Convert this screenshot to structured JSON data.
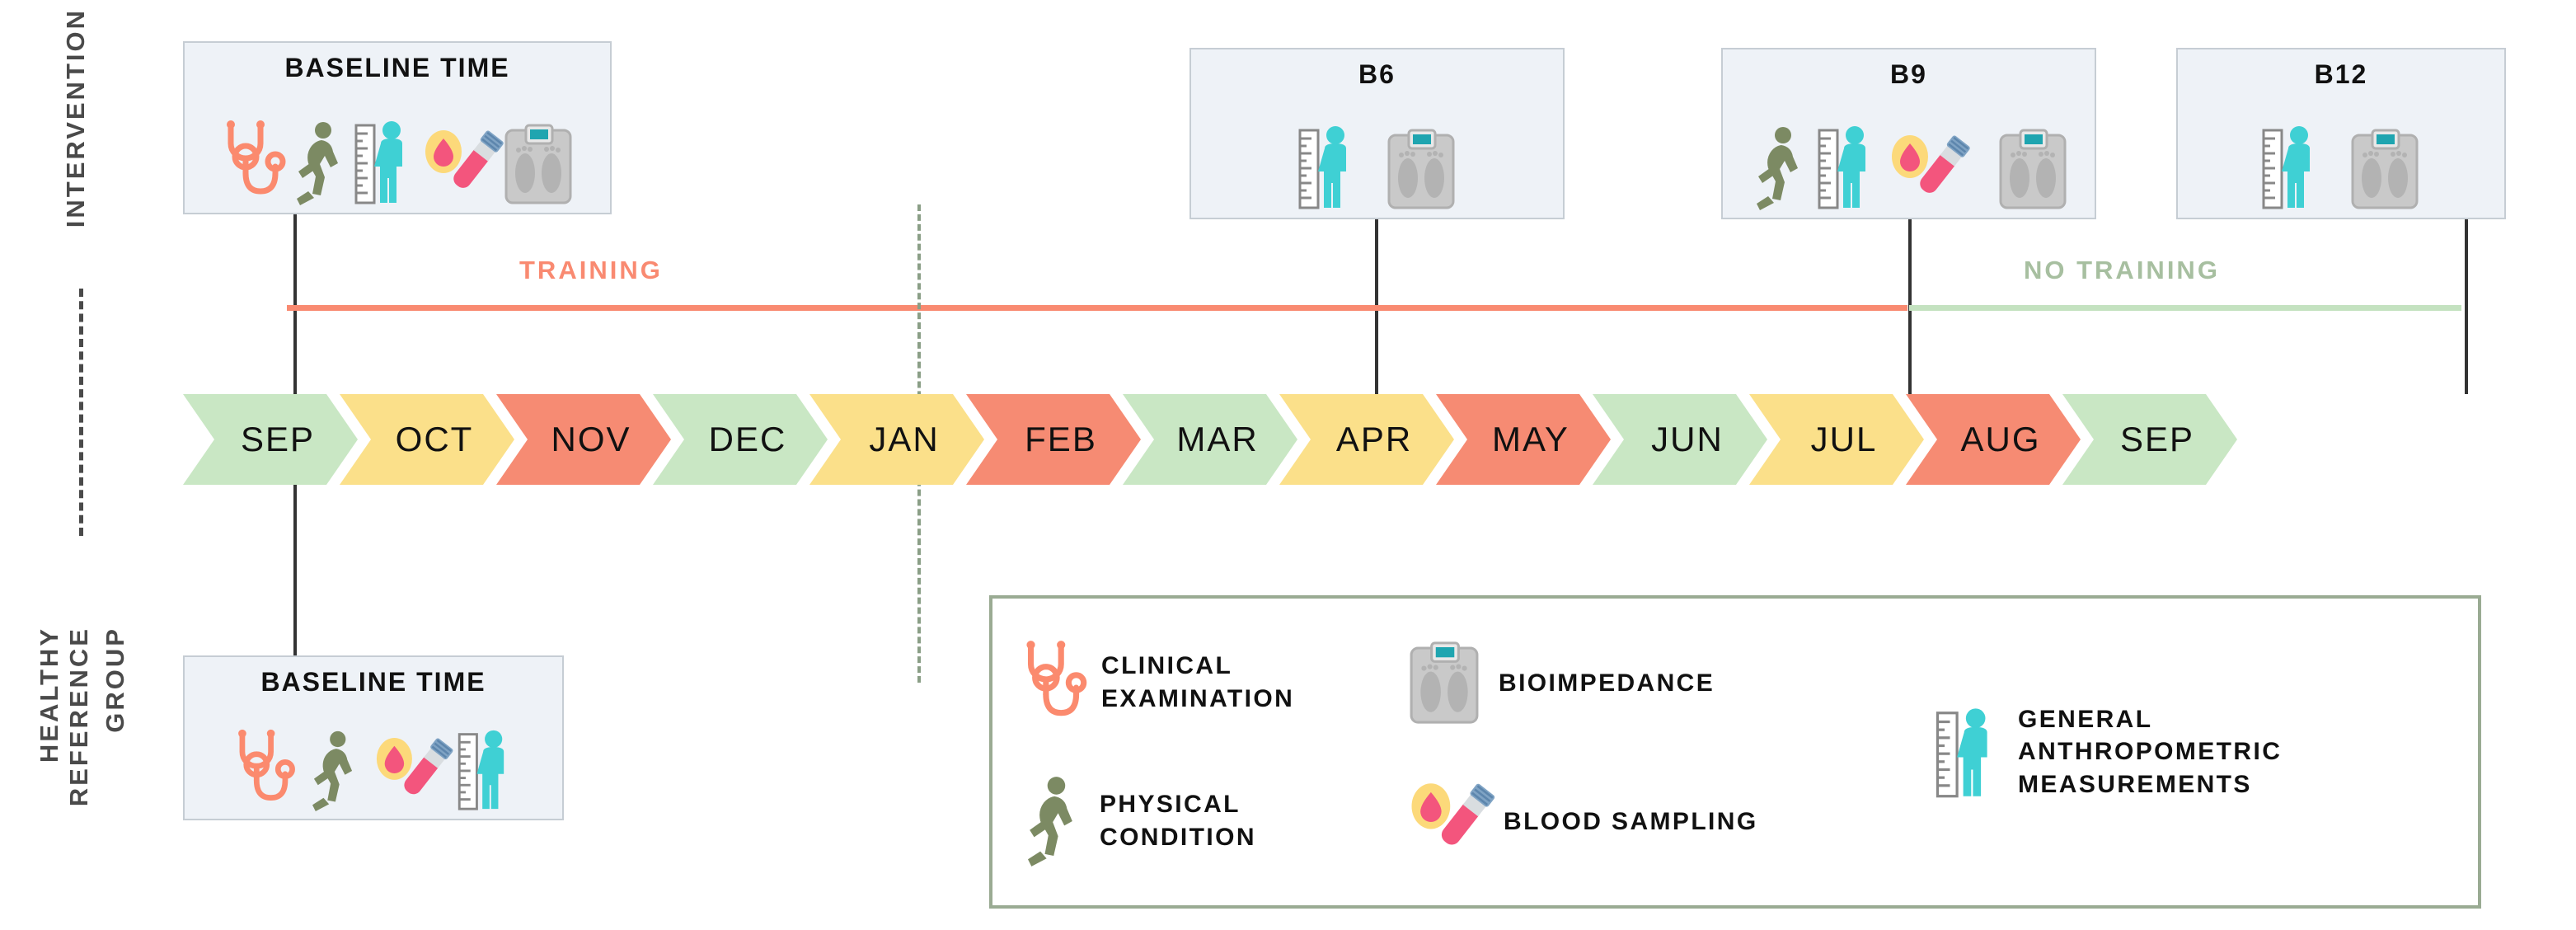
{
  "axis": {
    "intervention": "INTERVENTION",
    "healthy": "HEALTHY",
    "reference": "REFERENCE",
    "group": "GROUP"
  },
  "phases": {
    "training": "TRAINING",
    "no_training": "NO TRAINING",
    "training_color": "#f98a71",
    "no_training_color": "#a7bfa0"
  },
  "visits": {
    "baseline_top": {
      "title": "BASELINE TIME",
      "icons": [
        "stethoscope-icon",
        "runner-icon",
        "anthropometric-icon",
        "blood-sampling-icon",
        "bioimpedance-icon"
      ]
    },
    "b6": {
      "title": "B6",
      "icons": [
        "anthropometric-icon",
        "bioimpedance-icon"
      ]
    },
    "b9": {
      "title": "B9",
      "icons": [
        "runner-icon",
        "anthropometric-icon",
        "blood-sampling-icon",
        "bioimpedance-icon"
      ]
    },
    "b12": {
      "title": "B12",
      "icons": [
        "anthropometric-icon",
        "bioimpedance-icon"
      ]
    },
    "baseline_bottom": {
      "title": "BASELINE TIME",
      "icons": [
        "stethoscope-icon",
        "runner-icon",
        "blood-sampling-icon",
        "anthropometric-icon"
      ]
    }
  },
  "timeline": {
    "months": [
      {
        "label": "SEP",
        "color": "green"
      },
      {
        "label": "OCT",
        "color": "yellow"
      },
      {
        "label": "NOV",
        "color": "red"
      },
      {
        "label": "DEC",
        "color": "green"
      },
      {
        "label": "JAN",
        "color": "yellow"
      },
      {
        "label": "FEB",
        "color": "red"
      },
      {
        "label": "MAR",
        "color": "green"
      },
      {
        "label": "APR",
        "color": "yellow"
      },
      {
        "label": "MAY",
        "color": "red"
      },
      {
        "label": "JUN",
        "color": "green"
      },
      {
        "label": "JUL",
        "color": "yellow"
      },
      {
        "label": "AUG",
        "color": "red"
      },
      {
        "label": "SEP",
        "color": "green"
      }
    ],
    "colors": {
      "green": "#c9e7c4",
      "yellow": "#fbe08a",
      "red": "#f68b73"
    }
  },
  "legend": {
    "items": [
      {
        "icon": "stethoscope-icon",
        "label": "CLINICAL\nEXAMINATION"
      },
      {
        "icon": "runner-icon",
        "label": "PHYSICAL\nCONDITION"
      },
      {
        "icon": "bioimpedance-icon",
        "label": "BIOIMPEDANCE"
      },
      {
        "icon": "blood-sampling-icon",
        "label": "BLOOD SAMPLING"
      },
      {
        "icon": "anthropometric-icon",
        "label": "GENERAL\nANTHROPOMETRIC\nMEASUREMENTS"
      }
    ]
  },
  "colors": {
    "box_fill": "#eef2f7",
    "box_border": "#c6cdd4",
    "legend_border": "#9aab93",
    "connector": "#333333",
    "coral": "#f98a71",
    "teal": "#3fd0d4",
    "olive": "#7c8a63",
    "grey": "#b5b5b5"
  }
}
